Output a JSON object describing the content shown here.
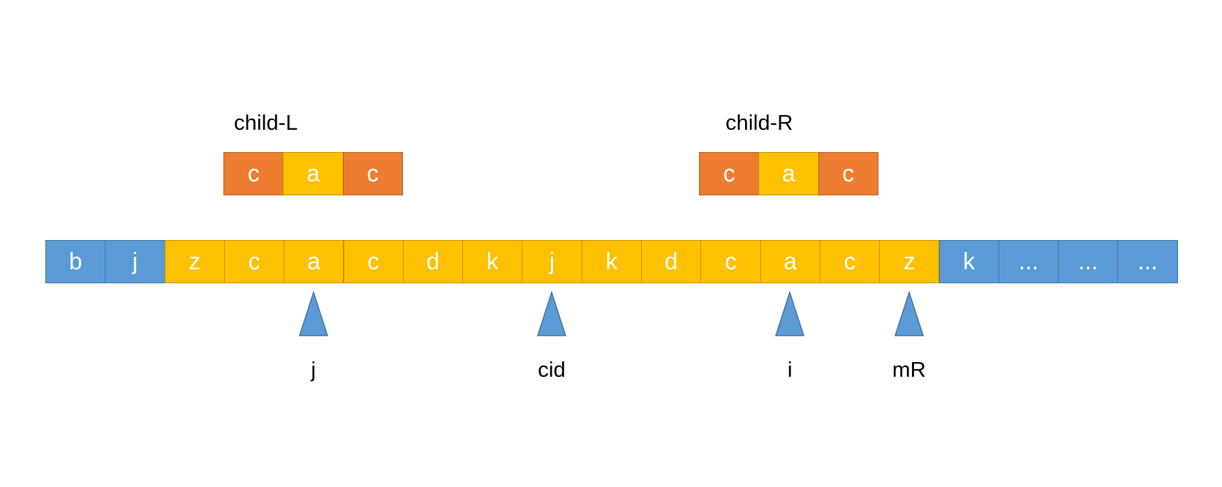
{
  "colors": {
    "blue": "#5B9BD5",
    "yellow": "#FFC000",
    "orange": "#ED7D31",
    "blue_border": "#41719C",
    "yellow_border": "#BF9000",
    "orange_border": "#AE5A21"
  },
  "child_left": {
    "label": "child-L",
    "cells": [
      {
        "text": "c",
        "color": "orange"
      },
      {
        "text": "a",
        "color": "yellow"
      },
      {
        "text": "c",
        "color": "orange"
      }
    ]
  },
  "child_right": {
    "label": "child-R",
    "cells": [
      {
        "text": "c",
        "color": "orange"
      },
      {
        "text": "a",
        "color": "yellow"
      },
      {
        "text": "c",
        "color": "orange"
      }
    ]
  },
  "main_array": {
    "cells": [
      {
        "text": "b",
        "color": "blue"
      },
      {
        "text": "j",
        "color": "blue"
      },
      {
        "text": "z",
        "color": "yellow"
      },
      {
        "text": "c",
        "color": "yellow"
      },
      {
        "text": "a",
        "color": "yellow"
      },
      {
        "text": "c",
        "color": "yellow"
      },
      {
        "text": "d",
        "color": "yellow"
      },
      {
        "text": "k",
        "color": "yellow"
      },
      {
        "text": "j",
        "color": "yellow"
      },
      {
        "text": "k",
        "color": "yellow"
      },
      {
        "text": "d",
        "color": "yellow"
      },
      {
        "text": "c",
        "color": "yellow"
      },
      {
        "text": "a",
        "color": "yellow"
      },
      {
        "text": "c",
        "color": "yellow"
      },
      {
        "text": "z",
        "color": "yellow"
      },
      {
        "text": "k",
        "color": "blue"
      },
      {
        "text": "...",
        "color": "blue"
      },
      {
        "text": "...",
        "color": "blue"
      },
      {
        "text": "...",
        "color": "blue"
      }
    ]
  },
  "pointers": [
    {
      "label": "j",
      "index": 4
    },
    {
      "label": "cid",
      "index": 8
    },
    {
      "label": "i",
      "index": 12
    },
    {
      "label": "mR",
      "index": 14
    }
  ]
}
